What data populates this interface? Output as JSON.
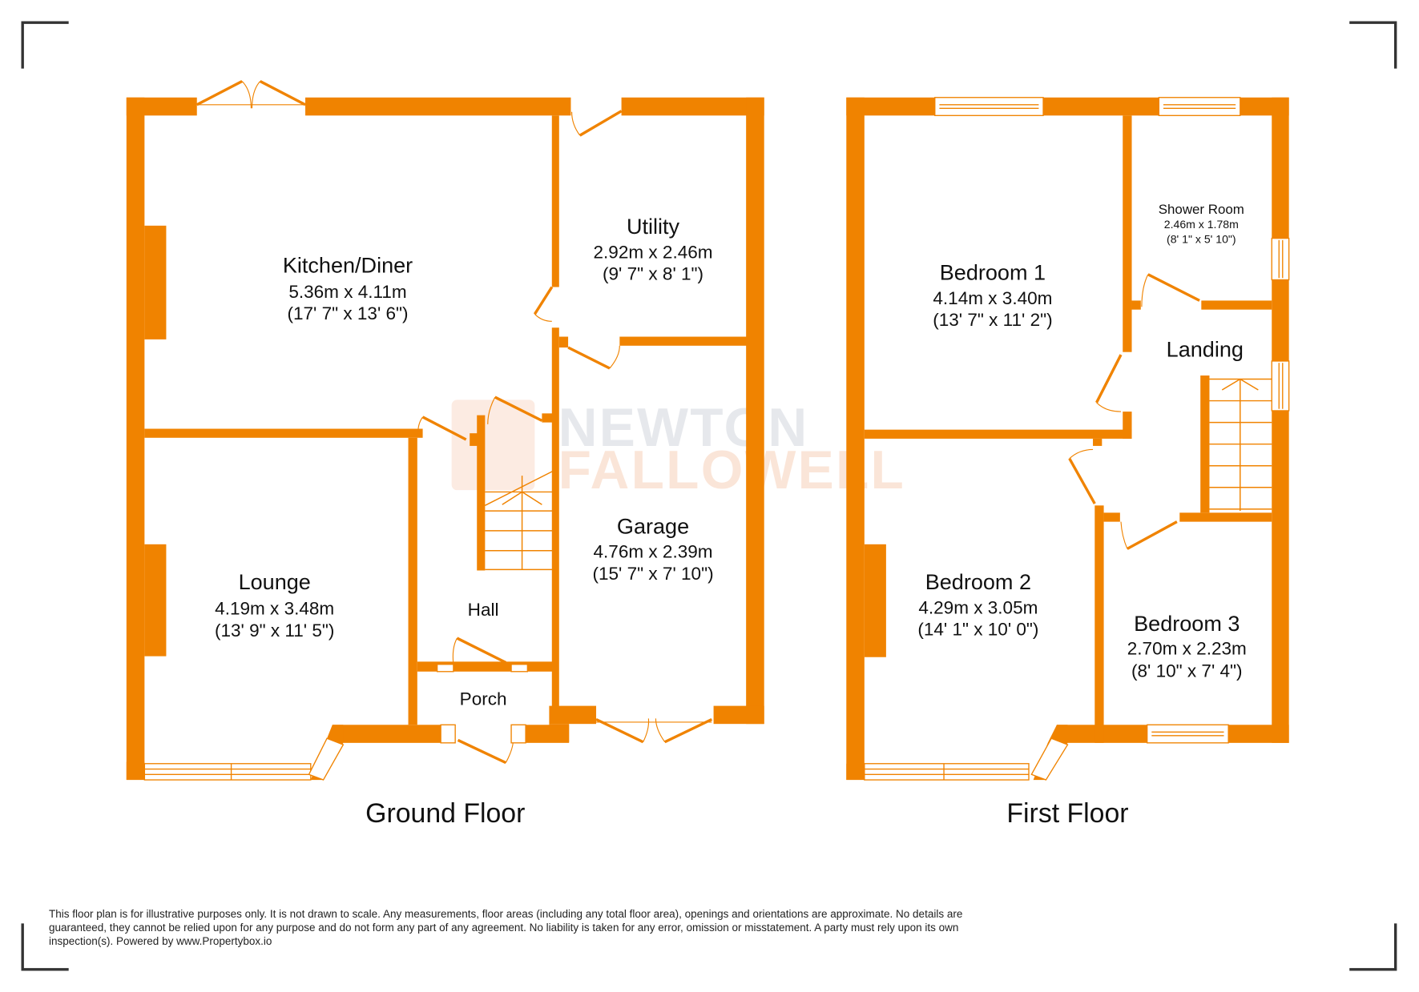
{
  "watermark": {
    "line1": "NEWTON",
    "line2": "FALLOWELL"
  },
  "floors": [
    {
      "label": "Ground Floor",
      "rooms": [
        {
          "name": "Kitchen/Diner",
          "dim_m": "5.36m x 4.11m",
          "dim_ft": "(17' 7\" x 13' 6\")"
        },
        {
          "name": "Utility",
          "dim_m": "2.92m x 2.46m",
          "dim_ft": "(9' 7\" x 8' 1\")"
        },
        {
          "name": "Garage",
          "dim_m": "4.76m x 2.39m",
          "dim_ft": "(15' 7\" x 7' 10\")"
        },
        {
          "name": "Lounge",
          "dim_m": "4.19m x 3.48m",
          "dim_ft": "(13' 9\" x 11' 5\")"
        },
        {
          "name": "Hall"
        },
        {
          "name": "Porch"
        }
      ]
    },
    {
      "label": "First Floor",
      "rooms": [
        {
          "name": "Bedroom 1",
          "dim_m": "4.14m x 3.40m",
          "dim_ft": "(13' 7\" x 11' 2\")"
        },
        {
          "name": "Shower Room",
          "dim_m": "2.46m x 1.78m",
          "dim_ft": "(8' 1\" x 5' 10\")"
        },
        {
          "name": "Landing"
        },
        {
          "name": "Bedroom 2",
          "dim_m": "4.29m x 3.05m",
          "dim_ft": "(14' 1\" x 10' 0\")"
        },
        {
          "name": "Bedroom 3",
          "dim_m": "2.70m x 2.23m",
          "dim_ft": "(8' 10\" x 7' 4\")"
        }
      ]
    }
  ],
  "disclaimer": "This floor plan is for illustrative purposes only. It is not drawn to scale. Any measurements, floor areas (including any total floor area), openings and orientations are approximate. No details are guaranteed, they cannot be relied upon for any purpose and do not form any part of any agreement. No liability is taken for any error, omission or misstatement. A party must rely upon its own inspection(s). Powered by www.Propertybox.io",
  "colors": {
    "wall": "#f08300",
    "text": "#111111",
    "corner_marks": "#333333"
  }
}
